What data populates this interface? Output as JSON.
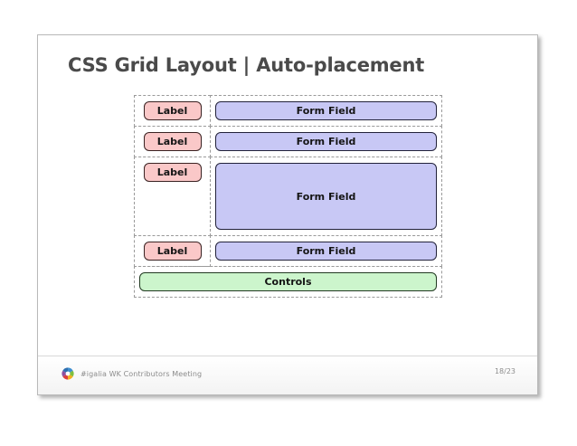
{
  "slide": {
    "title": "CSS Grid Layout | Auto-placement",
    "title_color": "#4a4a4a",
    "background": "#ffffff"
  },
  "grid": {
    "columns": 2,
    "rows": 5,
    "cell_border_style": "dashed",
    "cell_border_color": "#9a9a9a",
    "colors": {
      "label": "#fac8c8",
      "field": "#c8c8f5",
      "controls": "#ccf5cc",
      "item_border": "#332222"
    },
    "items": [
      {
        "label": "Label",
        "kind": "label",
        "row": 1,
        "column": 1,
        "span": 1,
        "size": "normal"
      },
      {
        "label": "Form Field",
        "kind": "field",
        "row": 1,
        "column": 2,
        "span": 1,
        "size": "normal"
      },
      {
        "label": "Label",
        "kind": "label",
        "row": 2,
        "column": 1,
        "span": 1,
        "size": "normal"
      },
      {
        "label": "Form Field",
        "kind": "field",
        "row": 2,
        "column": 2,
        "span": 1,
        "size": "normal"
      },
      {
        "label": "Label",
        "kind": "label",
        "row": 3,
        "column": 1,
        "span": 1,
        "size": "normal"
      },
      {
        "label": "Form Field",
        "kind": "field",
        "row": 3,
        "column": 2,
        "span": 1,
        "size": "tall"
      },
      {
        "label": "Label",
        "kind": "label",
        "row": 4,
        "column": 1,
        "span": 1,
        "size": "normal"
      },
      {
        "label": "Form Field",
        "kind": "field",
        "row": 4,
        "column": 2,
        "span": 1,
        "size": "normal"
      },
      {
        "label": "Controls",
        "kind": "controls",
        "row": 5,
        "column": 1,
        "span": 2,
        "size": "normal"
      }
    ]
  },
  "footer": {
    "logo_name": "igalia-logo",
    "text": "#igalia WK Contributors Meeting",
    "page": "18/23",
    "text_color": "#8c8c8c"
  }
}
